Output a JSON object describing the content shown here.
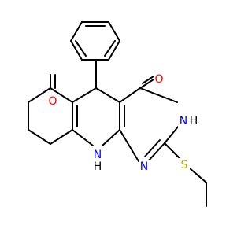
{
  "diagram": {
    "type": "chemical-structure",
    "colors": {
      "bond": "#000000",
      "oxygen": "#ff0000",
      "nitrogen": "#0000ff",
      "sulfur": "#b2b200",
      "hydrogen_on_nitrogen": "#000000"
    },
    "atom_labels": {
      "o_ketone": "O",
      "o_amide": "O",
      "n3": "N",
      "h3": "H",
      "n1": "N",
      "n10": "N",
      "h10": "H",
      "s": "S"
    }
  }
}
